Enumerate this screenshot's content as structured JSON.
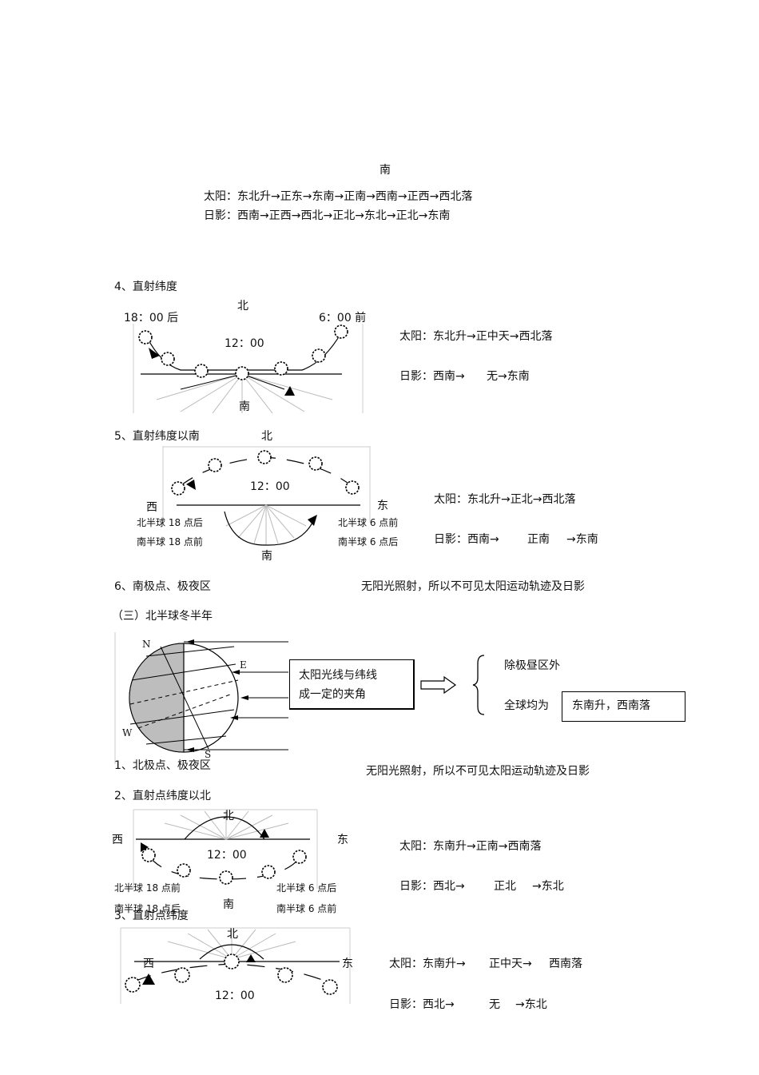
{
  "top": {
    "south": "南",
    "sun_path": "太阳：东北升→正东→东南→正南→西南→正西→西北落",
    "shadow_path": "日影：西南→正西→西北→正北→东北→正北→东南"
  },
  "s4": {
    "heading": "4、直射纬度",
    "north": "北",
    "after18": "18：00 后",
    "before6": "6：00 前",
    "noon": "12：00",
    "south": "南",
    "sun": "太阳：东北升→正中天→西北落",
    "shadow_a": "日影：西南→",
    "shadow_b": "无→东南"
  },
  "s5": {
    "heading": "5、直射纬度以南",
    "north": "北",
    "noon": "12：00",
    "west": "西",
    "east": "东",
    "nh_left": "北半球  18 点后",
    "sh_left": "南半球  18 点前",
    "nh_right": "北半球  6 点前",
    "sh_right": "南半球  6 点后",
    "south": "南",
    "sun": "太阳：东北升→正北→西北落",
    "shadow_a": "日影：西南→",
    "shadow_b": "正南",
    "shadow_c": "→东南"
  },
  "s6": {
    "heading": "6、南极点、极夜区",
    "note": "无阳光照射，所以不可见太阳运动轨迹及日影"
  },
  "winter": {
    "heading": "（三）北半球冬半年",
    "globe_n": "N",
    "globe_e": "E",
    "globe_w": "W",
    "globe_s": "S",
    "box_line1": "太阳光线与纬线",
    "box_line2": "成一定的夹角",
    "except": "除极昼区外",
    "global": "全球均为",
    "result": "东南升，西南落"
  },
  "w1": {
    "heading": "1、北极点、极夜区",
    "note": "无阳光照射，所以不可见太阳运动轨迹及日影"
  },
  "w2": {
    "heading": "2、直射点纬度以北",
    "north": "北",
    "west": "西",
    "east": "东",
    "noon": "12：00",
    "nh_left": "北半球  18 点前",
    "sh_left": "南半球  18 点后",
    "nh_right": "北半球  6 点后",
    "sh_right": "南半球  6 点前",
    "south": "南",
    "sun": "太阳：东南升→正南→西南落",
    "shadow_a": "日影：西北→",
    "shadow_b": "正北",
    "shadow_c": "→东北"
  },
  "w3": {
    "heading": "3、直射点纬度",
    "north": "北",
    "west": "西",
    "east": "东",
    "noon": "12：00",
    "sun_a": "太阳：东南升→",
    "sun_b": "正中天→",
    "sun_c": "西南落",
    "shadow_a": "日影：西北→",
    "shadow_b": "无",
    "shadow_c": "→东北"
  }
}
